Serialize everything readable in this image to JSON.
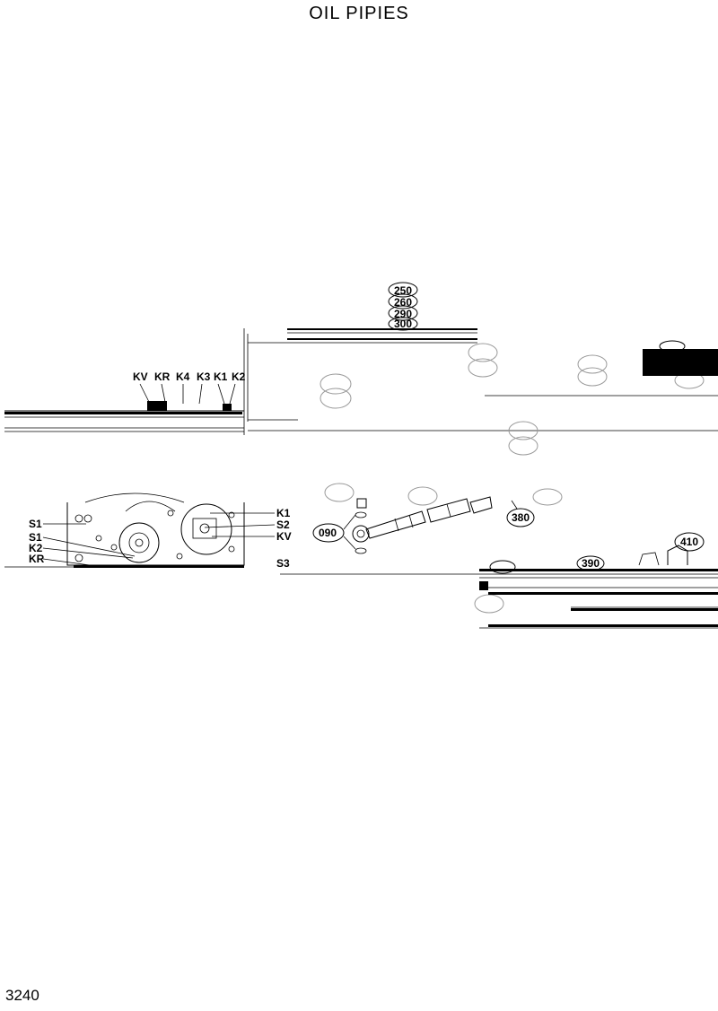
{
  "title": "OIL  PIPIES",
  "page_number": "3240",
  "port_labels": {
    "top_row": [
      "KV",
      "KR",
      "K4",
      "K3",
      "K1",
      "K2"
    ],
    "left": [
      "S1",
      "S1",
      "K2",
      "KR"
    ],
    "right": [
      "K1",
      "S2",
      "KV"
    ],
    "stray": "S3"
  },
  "part_numbers": {
    "p250": "250",
    "p260": "260",
    "p290": "290",
    "p300": "300",
    "p090": "090",
    "p380": "380",
    "p410": "410",
    "p390": "390"
  }
}
